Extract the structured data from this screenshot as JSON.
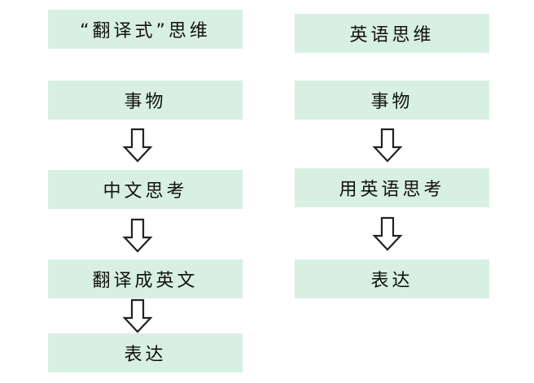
{
  "left_column": {
    "header": "“翻译式”思维",
    "steps": [
      "事物",
      "中文思考",
      "翻译成英文",
      "表达"
    ]
  },
  "right_column": {
    "header": "英语思维",
    "steps": [
      "事物",
      "用英语思考",
      "表达"
    ]
  },
  "colors": {
    "box_fill": "#d8f0e4",
    "arrow_stroke": "#222222",
    "text": "#111111"
  },
  "icons": {
    "arrow": "hollow-down-arrow-icon"
  }
}
